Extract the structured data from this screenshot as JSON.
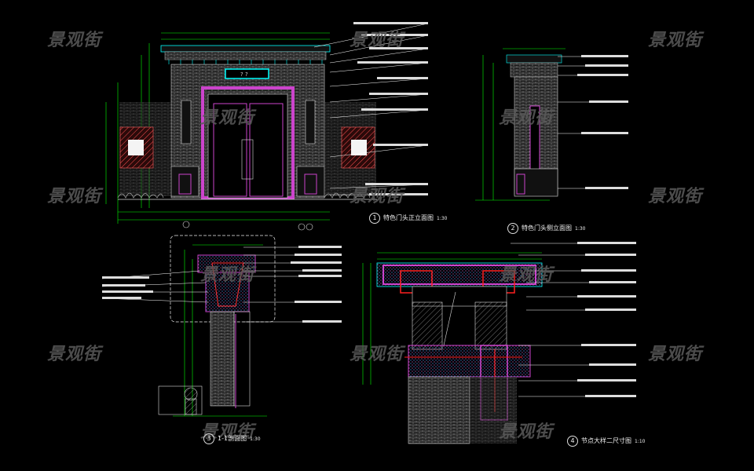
{
  "watermark": "景观街",
  "drawings": [
    {
      "id": "1",
      "title": "特色门头正立面图",
      "scale": "1:30"
    },
    {
      "id": "2",
      "title": "特色门头侧立面图",
      "scale": "1:30"
    },
    {
      "id": "3",
      "title": "1-1剖面图",
      "scale": "1:30"
    },
    {
      "id": "4",
      "title": "节点大样二尺寸图",
      "scale": "1:10"
    }
  ],
  "colors": {
    "background": "#000000",
    "dimension": "#00ff00",
    "leader": "#ffffff",
    "brick": "#c8c8c8",
    "accent_red": "#ff2020",
    "accent_magenta": "#c040c0",
    "accent_cyan": "#00e0ff",
    "accent_yellow": "#ffff00"
  }
}
